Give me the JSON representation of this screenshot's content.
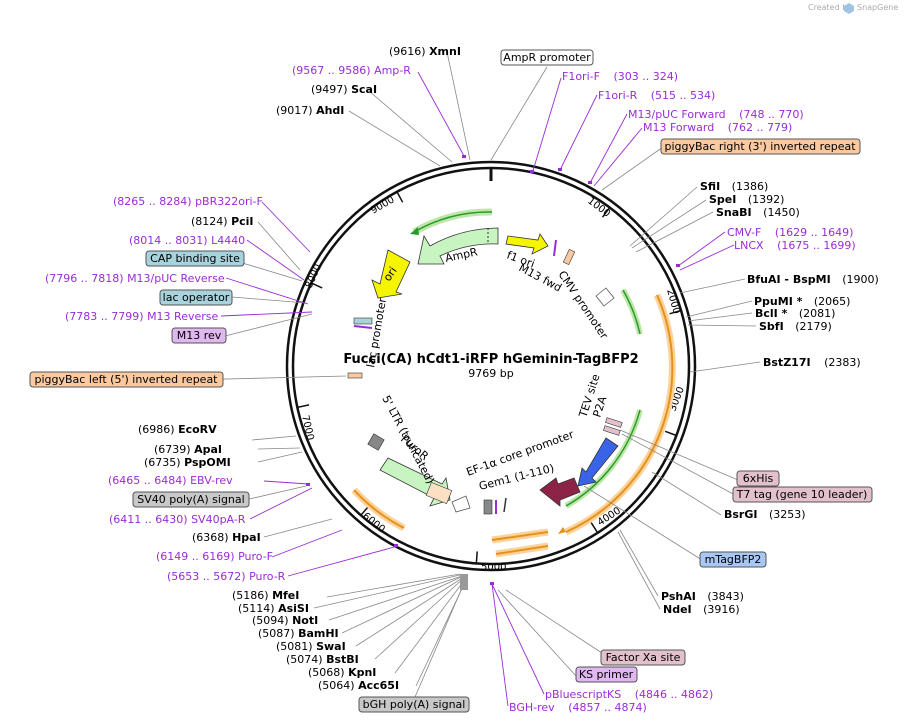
{
  "branding": {
    "created_by": "Created by",
    "app": "SnapGene"
  },
  "map": {
    "title": "Fucci(CA) hCdt1-iRFP hGeminin-TagBFP2",
    "length": "9769 bp",
    "ticks": [
      "1000",
      "2000",
      "3000",
      "4000",
      "5000",
      "6000",
      "7000",
      "8000",
      "9000"
    ]
  },
  "enzymes": [
    {
      "num": "(9616)",
      "name": "XmnI"
    },
    {
      "num": "(9497)",
      "name": "ScaI"
    },
    {
      "num": "(9017)",
      "name": "AhdI"
    },
    {
      "num": "(8124)",
      "name": "PciI"
    },
    {
      "num": "(6986)",
      "name": "EcoRV"
    },
    {
      "num": "(6739)",
      "name": "ApaI"
    },
    {
      "num": "(6735)",
      "name": "PspOMI"
    },
    {
      "num": "(6368)",
      "name": "HpaI"
    },
    {
      "num": "(5186)",
      "name": "MfeI"
    },
    {
      "num": "(5114)",
      "name": "AsiSI"
    },
    {
      "num": "(5094)",
      "name": "NotI"
    },
    {
      "num": "(5087)",
      "name": "BamHI"
    },
    {
      "num": "(5081)",
      "name": "SwaI"
    },
    {
      "num": "(5074)",
      "name": "BstBI"
    },
    {
      "num": "(5068)",
      "name": "KpnI"
    },
    {
      "num": "(5064)",
      "name": "Acc65I"
    },
    {
      "num": "(1386)",
      "name": "SfiI"
    },
    {
      "num": "(1392)",
      "name": "SpeI"
    },
    {
      "num": "(1450)",
      "name": "SnaBI"
    },
    {
      "num": "(1900)",
      "name": "BfuAI  -  BspMI"
    },
    {
      "num": "(2065)",
      "name": "PpuMI *"
    },
    {
      "num": "(2081)",
      "name": "BclI *"
    },
    {
      "num": "(2179)",
      "name": "SbfI"
    },
    {
      "num": "(2383)",
      "name": "BstZ17I"
    },
    {
      "num": "(3253)",
      "name": "BsrGI"
    },
    {
      "num": "(3843)",
      "name": "PshAI"
    },
    {
      "num": "(3916)",
      "name": "NdeI"
    }
  ],
  "primers": [
    {
      "range": "(9567 .. 9586)",
      "name": "Amp-R"
    },
    {
      "range": "(8265 .. 8284)",
      "name": "pBR322ori-F"
    },
    {
      "range": "(8014 .. 8031)",
      "name": "L4440"
    },
    {
      "range": "(7796 .. 7818)",
      "name": "M13/pUC Reverse"
    },
    {
      "range": "(7783 .. 7799)",
      "name": "M13 Reverse"
    },
    {
      "range": "(6465 .. 6484)",
      "name": "EBV-rev"
    },
    {
      "range": "(6411 .. 6430)",
      "name": "SV40pA-R"
    },
    {
      "range": "(6149 .. 6169)",
      "name": "Puro-F"
    },
    {
      "range": "(5653 .. 5672)",
      "name": "Puro-R"
    },
    {
      "range": "(303 .. 324)",
      "name": "F1ori-F"
    },
    {
      "range": "(515 .. 534)",
      "name": "F1ori-R"
    },
    {
      "range": "(748 .. 770)",
      "name": "M13/pUC Forward"
    },
    {
      "range": "(762 .. 779)",
      "name": "M13 Forward"
    },
    {
      "range": "(1629 .. 1649)",
      "name": "CMV-F"
    },
    {
      "range": "(1675 .. 1699)",
      "name": "LNCX"
    },
    {
      "range": "(4846 .. 4862)",
      "name": "pBluescriptKS"
    },
    {
      "range": "(4857 .. 4874)",
      "name": "BGH-rev"
    }
  ],
  "boxes": [
    {
      "text": "AmpR promoter",
      "color": "#ffffff"
    },
    {
      "text": "piggyBac right (3') inverted repeat",
      "color": "#fbc9a0"
    },
    {
      "text": "CAP binding site",
      "color": "#a9d3dc"
    },
    {
      "text": "lac operator",
      "color": "#a9d3dc"
    },
    {
      "text": "M13 rev",
      "color": "#e0b8f0"
    },
    {
      "text": "piggyBac left (5') inverted repeat",
      "color": "#fbc9a0"
    },
    {
      "text": "SV40 poly(A) signal",
      "color": "#c8c8c8"
    },
    {
      "text": "6xHis",
      "color": "#e3c1cc"
    },
    {
      "text": "T7 tag (gene 10 leader)",
      "color": "#e3c1cc"
    },
    {
      "text": "mTagBFP2",
      "color": "#a9c7f5"
    },
    {
      "text": "Factor Xa site",
      "color": "#e3c1cc"
    },
    {
      "text": "KS primer",
      "color": "#e0b8f0"
    },
    {
      "text": "bGH poly(A) signal",
      "color": "#c8c8c8"
    }
  ],
  "inner_features": [
    "AmpR",
    "ori",
    "f1 ori",
    "M13 fwd",
    "CMV promoter",
    "lac promoter",
    "5' LTR (truncated)",
    "PuroR",
    "EF-1α core promoter",
    "Gem1 (1-110)",
    "TEV site",
    "P2A"
  ],
  "colors": {
    "primer": "#9a2cd6",
    "ampr": "#c7f4c0",
    "ori": "#f5f500",
    "cds_orange": "#f3a640",
    "bfp": "#3a64e8",
    "gem": "#8d2447",
    "gray": "#888888"
  }
}
